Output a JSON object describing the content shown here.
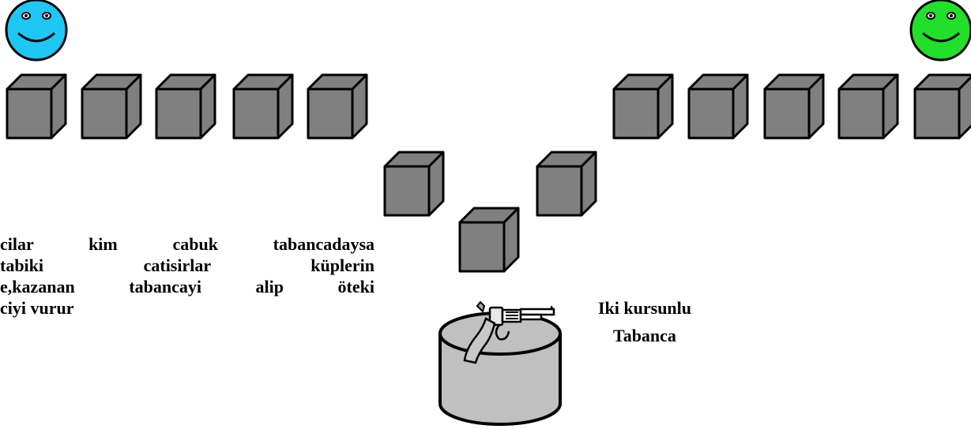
{
  "players": [
    {
      "side": "left",
      "face_color": "#1ec8f5",
      "icon": "smiley-face"
    },
    {
      "side": "right",
      "face_color": "#22e02a",
      "icon": "smiley-face"
    }
  ],
  "cube_color": "#808080",
  "rules_text": [
    "cilar kim cabuk tabancadaysa",
    "tabiki catisirlar küplerin",
    "e,kazanan tabancayi alip öteki",
    "ciyi vurur"
  ],
  "pistol_label": [
    "Iki kursunlu",
    "Tabanca"
  ],
  "icons": [
    "cube-icon",
    "smiley-face-icon",
    "revolver-icon",
    "cylinder-pedestal-icon"
  ]
}
